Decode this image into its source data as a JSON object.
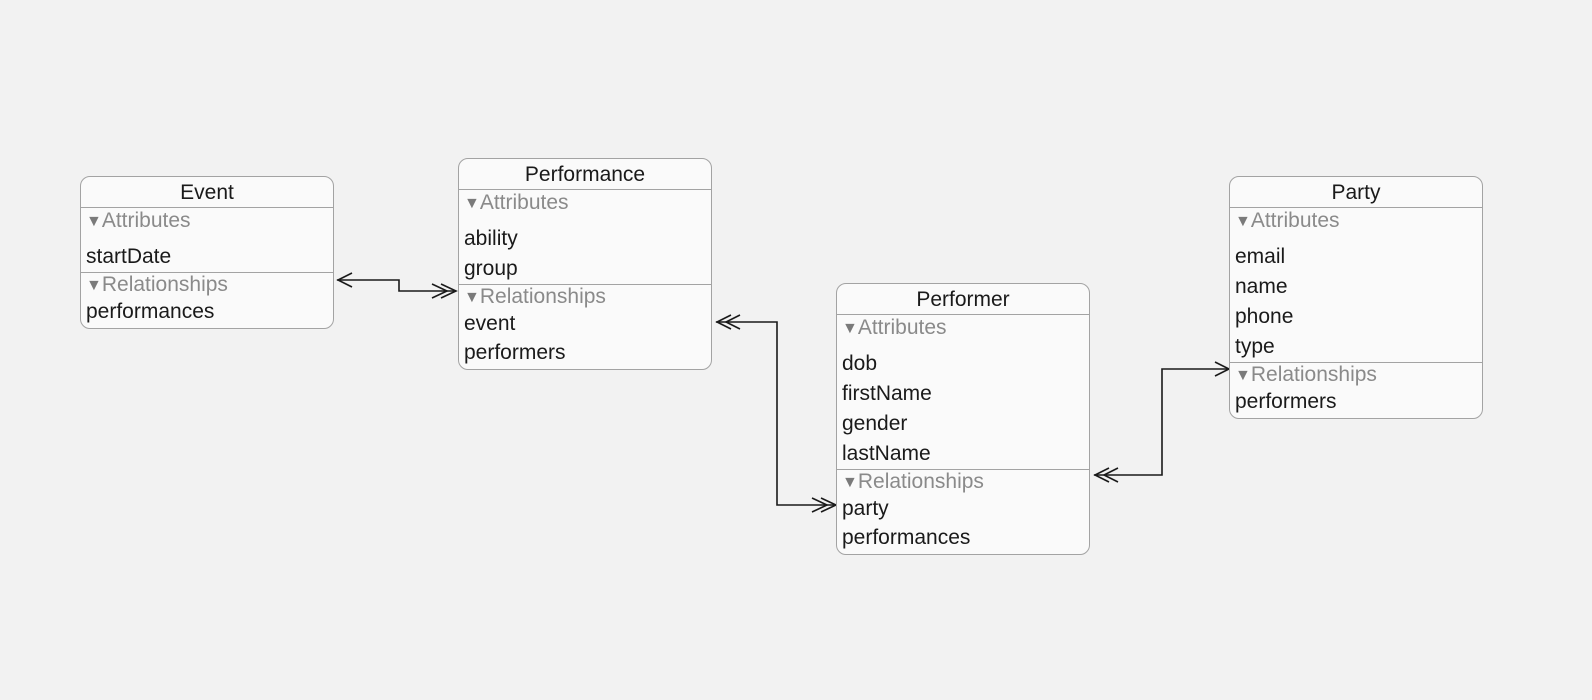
{
  "section_labels": {
    "attributes": "Attributes",
    "relationships": "Relationships",
    "disclosure_glyph": "▼"
  },
  "entities": {
    "event": {
      "name": "Event",
      "attributes": [
        "startDate"
      ],
      "relationships": [
        "performances"
      ]
    },
    "performance": {
      "name": "Performance",
      "attributes": [
        "ability",
        "group"
      ],
      "relationships": [
        "event",
        "performers"
      ]
    },
    "performer": {
      "name": "Performer",
      "attributes": [
        "dob",
        "firstName",
        "gender",
        "lastName"
      ],
      "relationships": [
        "party",
        "performances"
      ]
    },
    "party": {
      "name": "Party",
      "attributes": [
        "email",
        "name",
        "phone",
        "type"
      ],
      "relationships": [
        "performers"
      ]
    }
  },
  "colors": {
    "background": "#f2f2f2",
    "entity_fill": "#fafafa",
    "entity_border": "#a3a3a3",
    "section_header_text": "#8a8a8a",
    "connector_line": "#1a1a1a"
  }
}
